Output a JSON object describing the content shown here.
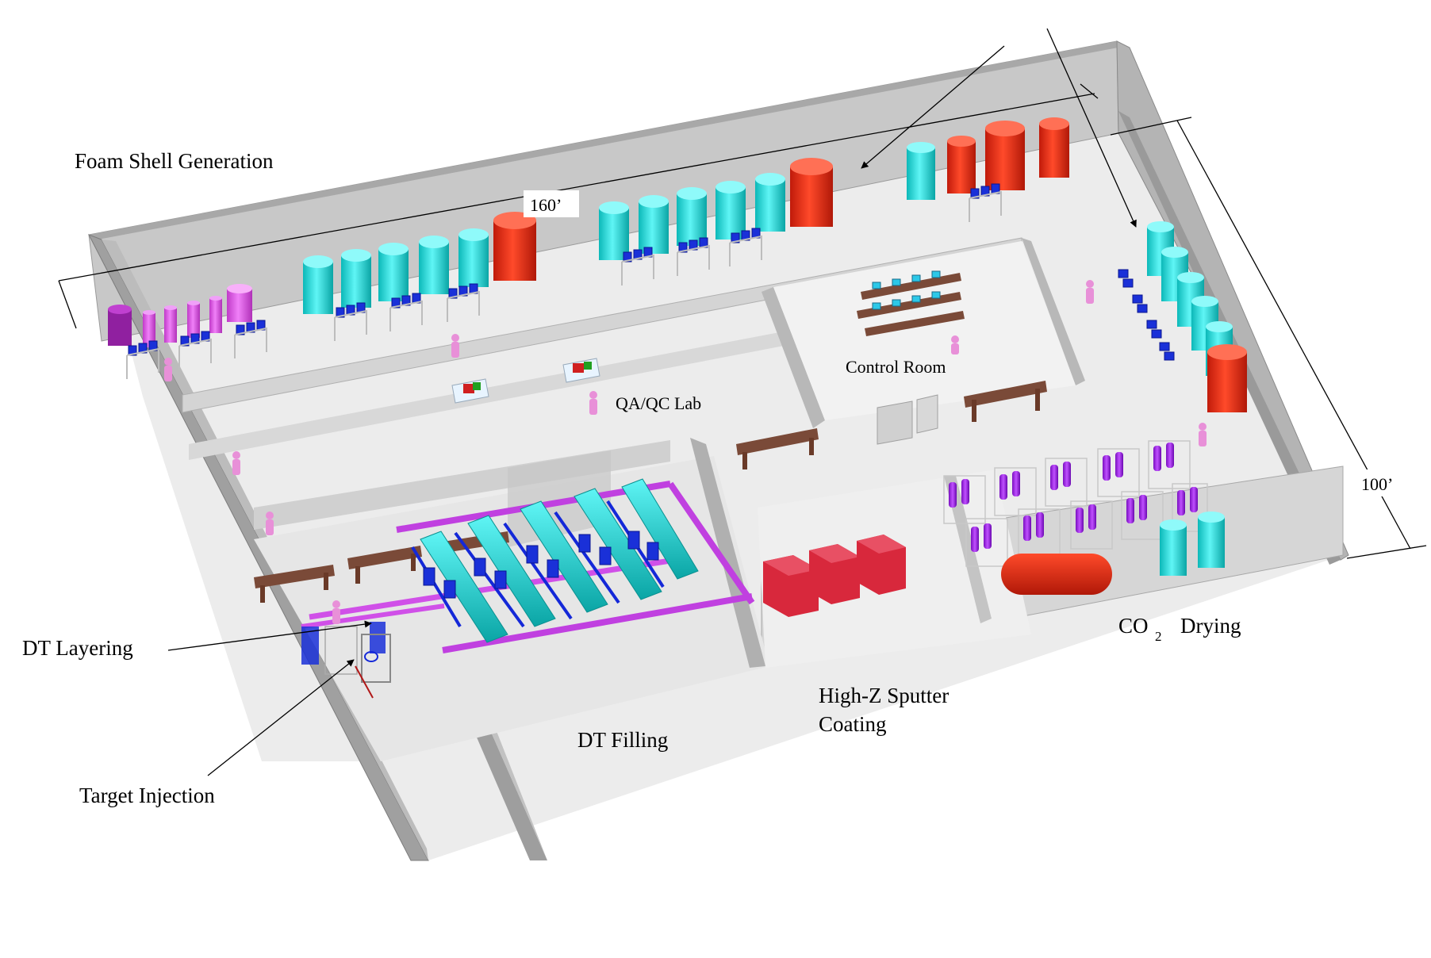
{
  "labels": {
    "foam_shell_generation": "Foam Shell Generation",
    "control_room": "Control Room",
    "qa_qc_lab": "QA/QC Lab",
    "dt_layering": "DT Layering",
    "target_injection": "Target Injection",
    "dt_filling": "DT Filling",
    "high_z_line1": "High-Z Sputter",
    "high_z_line2": "Coating",
    "co2_prefix": "CO",
    "co2_subscript": "2",
    "co2_suffix": "Drying"
  },
  "dimensions": {
    "length": "160’",
    "width": "100’"
  },
  "colors": {
    "wall": "#bdbdbd",
    "wall_dark": "#8c8c8c",
    "floor": "#ebebeb",
    "cyan_tank": "#14e0e0",
    "red_tank": "#e8200e",
    "magenta_tank": "#e055e8",
    "purple_vessel": "#a020f0",
    "blue_equipment": "#1428d8",
    "bench": "#7a4a38",
    "pipe": "#c040e0",
    "red_box": "#d8283c",
    "person": "#e890d8"
  }
}
